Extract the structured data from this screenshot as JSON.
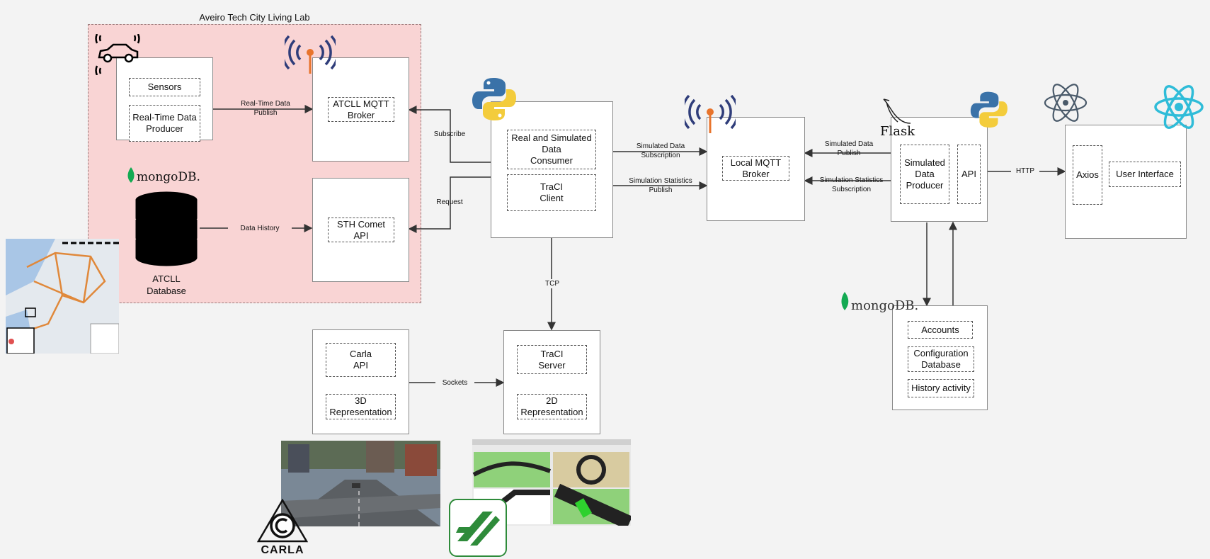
{
  "lab": {
    "title": "Aveiro Tech City Living Lab"
  },
  "sensors_box": {
    "sensors": "Sensors",
    "producer": "Real-Time Data\nProducer"
  },
  "mqtt_broker": {
    "label": "ATCLL MQTT\nBroker"
  },
  "sth_comet": {
    "label": "STH Comet\nAPI"
  },
  "atcll_db": {
    "label": "ATCLL\nDatabase"
  },
  "consumer_box": {
    "consumer": "Real and Simulated\nData\nConsumer",
    "traci_client": "TraCI\nClient"
  },
  "local_broker": {
    "label": "Local MQTT\nBroker"
  },
  "flask_box": {
    "producer": "Simulated\nData\nProducer",
    "api": "API"
  },
  "ui_box": {
    "axios": "Axios",
    "ui": "User Interface"
  },
  "mongo_db2": {
    "accounts": "Accounts",
    "config": "Configuration\nDatabase",
    "history": "History activity"
  },
  "carla_box": {
    "api": "Carla\nAPI",
    "rep3d": "3D\nRepresentation"
  },
  "traci_server_box": {
    "server": "TraCI\nServer",
    "rep2d": "2D\nRepresentation"
  },
  "edges": {
    "realtime_publish": "Real-Time Data\nPublish",
    "data_history": "Data History",
    "subscribe": "Subscribe",
    "request": "Request",
    "sim_data_subscription": "Simulated Data\nSubscription",
    "sim_stats_publish": "Simulation Statistics\nPublish",
    "sim_data_publish": "Simulated Data\nPublish",
    "sim_stats_subscription": "Simulation Statistics\nSubscription",
    "http": "HTTP",
    "tcp": "TCP",
    "sockets": "Sockets"
  },
  "logos": {
    "mongodb_1": "mongoDB.",
    "mongodb_2": "mongoDB.",
    "flask": "Flask",
    "carla": "CARLA"
  },
  "icons": [
    "car-icon",
    "antenna-icon",
    "python-icon",
    "database-icon",
    "flask-icon",
    "electron-icon",
    "react-icon",
    "map-image",
    "carla-screenshot",
    "sumo-screenshot"
  ]
}
